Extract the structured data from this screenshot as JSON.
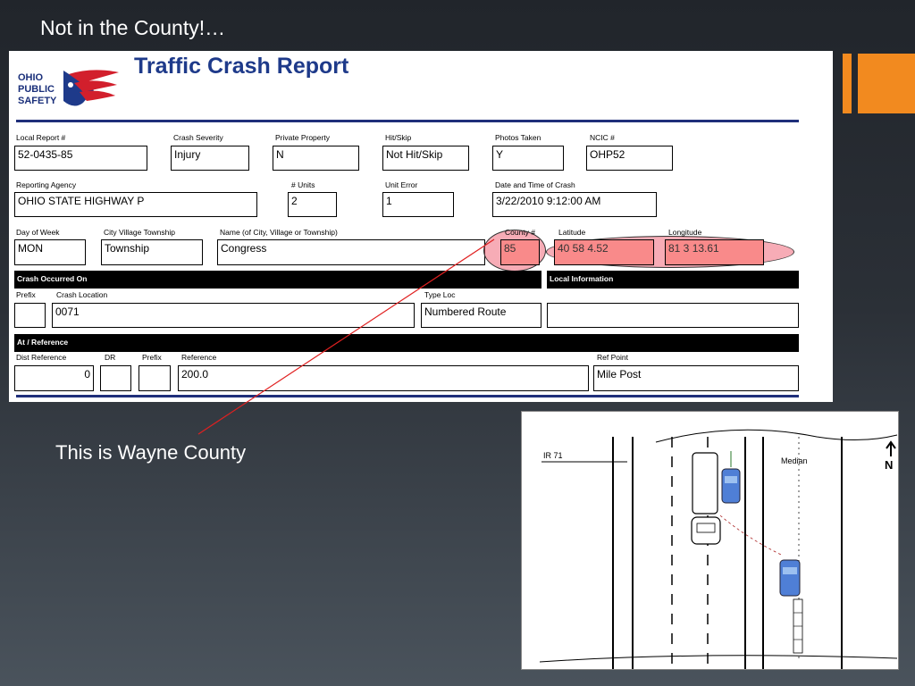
{
  "slide": {
    "title": "Not in the County!…",
    "caption": "This is Wayne County"
  },
  "report": {
    "logo_lines": [
      "OHIO",
      "PUBLIC",
      "SAFETY"
    ],
    "title": "Traffic Crash Report",
    "fields": {
      "local_report": {
        "label": "Local Report #",
        "value": "52-0435-85"
      },
      "crash_severity": {
        "label": "Crash Severity",
        "value": "Injury"
      },
      "private_property": {
        "label": "Private Property",
        "value": "N"
      },
      "hit_skip": {
        "label": "Hit/Skip",
        "value": "Not Hit/Skip"
      },
      "photos_taken": {
        "label": "Photos Taken",
        "value": "Y"
      },
      "ncic": {
        "label": "NCIC #",
        "value": "OHP52"
      },
      "reporting_agency": {
        "label": "Reporting Agency",
        "value": "OHIO STATE HIGHWAY P"
      },
      "units": {
        "label": "# Units",
        "value": "2"
      },
      "unit_error": {
        "label": "Unit Error",
        "value": "1"
      },
      "date_time": {
        "label": "Date and Time of Crash",
        "value": "3/22/2010 9:12:00 AM"
      },
      "day_of_week": {
        "label": "Day of Week",
        "value": "MON"
      },
      "city_village_township": {
        "label": "City Village Township",
        "value": "Township"
      },
      "name": {
        "label": "Name (of City, Village or Township)",
        "value": "Congress"
      },
      "county": {
        "label": "County #",
        "value": "85"
      },
      "latitude": {
        "label": "Latitude",
        "value": "40 58 4.52"
      },
      "longitude": {
        "label": "Longitude",
        "value": "81 3 13.61"
      },
      "prefix": {
        "label": "Prefix",
        "value": ""
      },
      "crash_location": {
        "label": "Crash Location",
        "value": "0071"
      },
      "type_loc": {
        "label": "Type Loc",
        "value": "Numbered Route"
      },
      "local_information": {
        "value": ""
      },
      "dist_reference": {
        "label": "Dist Reference",
        "value": "0"
      },
      "dr": {
        "label": "DR",
        "value": ""
      },
      "ref_prefix": {
        "label": "Prefix",
        "value": ""
      },
      "reference": {
        "label": "Reference",
        "value": "200.0"
      },
      "ref_point": {
        "label": "Ref Point",
        "value": "Mile Post"
      }
    },
    "sections": {
      "crash_occurred_on": "Crash Occurred On",
      "local_information": "Local Information",
      "at_reference": "At / Reference"
    },
    "colors": {
      "highlight": "#f98a8a",
      "title": "#1e3a8a",
      "accent": "#f28a1f"
    }
  },
  "diagram": {
    "road_label": "IR 71",
    "median_label": "Median",
    "north_label": "N"
  }
}
